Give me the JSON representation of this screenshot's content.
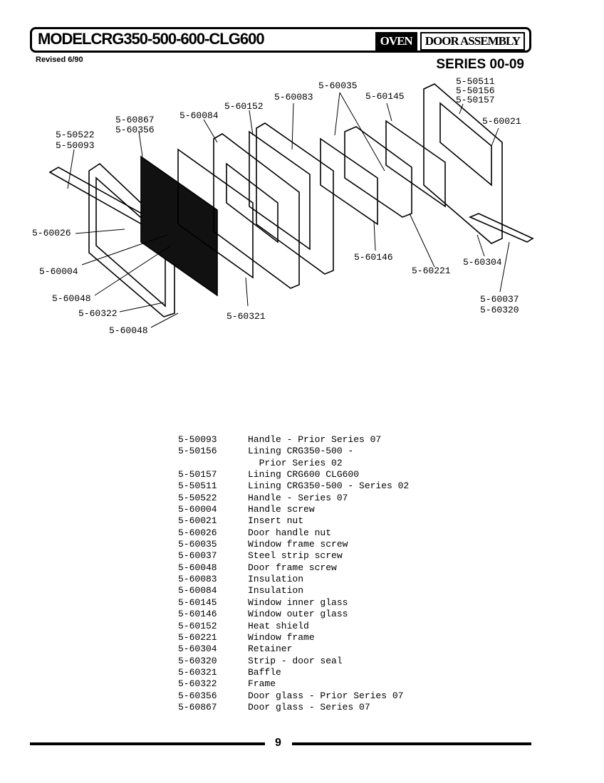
{
  "header": {
    "model": "MODELCRG350-500-600-CLG600",
    "tag1": "OVEN",
    "tag2": "DOOR ASSEMBLY",
    "revised": "Revised 6/90",
    "series": "SERIES 00-09"
  },
  "callouts": [
    "5-50522",
    "5-50093",
    "5-60867",
    "5-60356",
    "5-60084",
    "5-60152",
    "5-60083",
    "5-60035",
    "5-60145",
    "5-50511",
    "5-50156",
    "5-50157",
    "5-60021",
    "5-60026",
    "5-60004",
    "5-60048",
    "5-60322",
    "5-60048",
    "5-60321",
    "5-60146",
    "5-60221",
    "5-60304",
    "5-60037",
    "5-60320"
  ],
  "parts": [
    {
      "pn": "5-50093",
      "desc": "Handle - Prior Series 07"
    },
    {
      "pn": "5-50156",
      "desc": "Lining CRG350-500 -"
    },
    {
      "pn": "",
      "desc": "  Prior Series 02"
    },
    {
      "pn": "5-50157",
      "desc": "Lining CRG600 CLG600"
    },
    {
      "pn": "5-50511",
      "desc": "Lining CRG350-500 - Series 02"
    },
    {
      "pn": "5-50522",
      "desc": "Handle - Series 07"
    },
    {
      "pn": "5-60004",
      "desc": "Handle screw"
    },
    {
      "pn": "5-60021",
      "desc": "Insert nut"
    },
    {
      "pn": "5-60026",
      "desc": "Door handle nut"
    },
    {
      "pn": "5-60035",
      "desc": "Window frame screw"
    },
    {
      "pn": "5-60037",
      "desc": "Steel strip screw"
    },
    {
      "pn": "5-60048",
      "desc": "Door frame screw"
    },
    {
      "pn": "5-60083",
      "desc": "Insulation"
    },
    {
      "pn": "5-60084",
      "desc": "Insulation"
    },
    {
      "pn": "5-60145",
      "desc": "Window inner glass"
    },
    {
      "pn": "5-60146",
      "desc": "Window outer glass"
    },
    {
      "pn": "5-60152",
      "desc": "Heat shield"
    },
    {
      "pn": "5-60221",
      "desc": "Window frame"
    },
    {
      "pn": "5-60304",
      "desc": "Retainer"
    },
    {
      "pn": "5-60320",
      "desc": "Strip - door seal"
    },
    {
      "pn": "5-60321",
      "desc": "Baffle"
    },
    {
      "pn": "5-60322",
      "desc": "Frame"
    },
    {
      "pn": "5-60356",
      "desc": "Door glass - Prior Series 07"
    },
    {
      "pn": "5-60867",
      "desc": "Door glass - Series 07"
    }
  ],
  "page_number": "9"
}
